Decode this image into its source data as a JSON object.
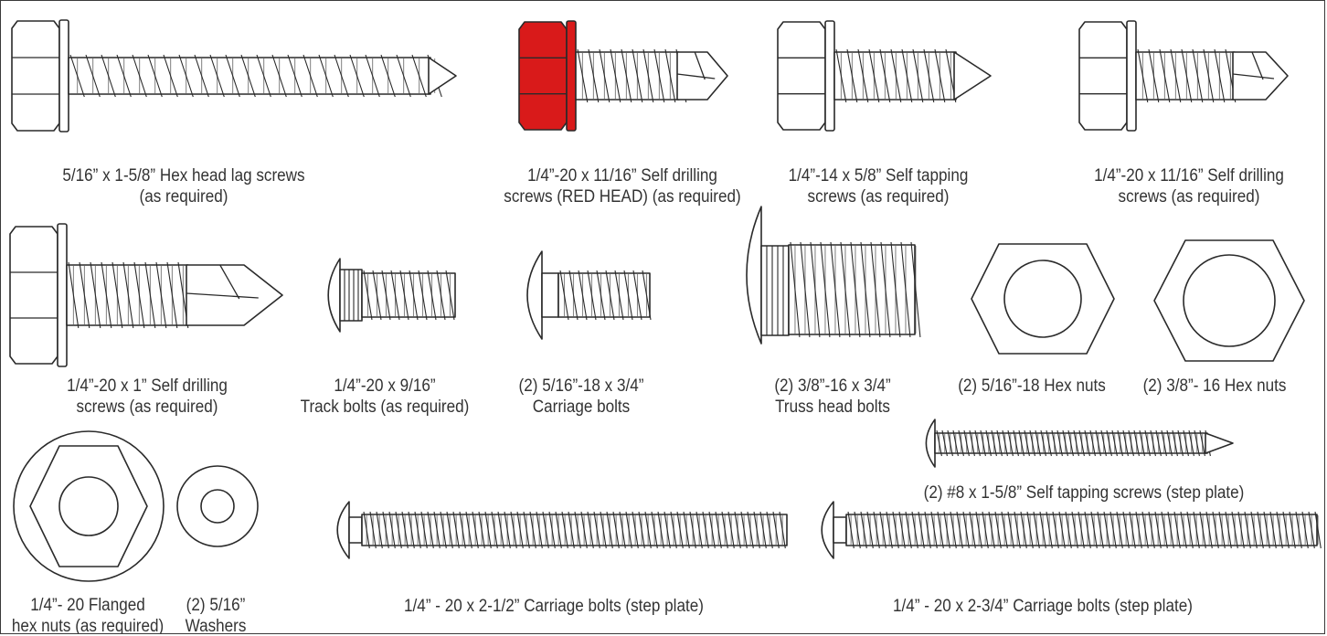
{
  "colors": {
    "accent_red_head": "#d91a1a",
    "line": "#2a2a2a",
    "text": "#333333",
    "frame": "#3a3a3a"
  },
  "items": [
    {
      "id": "lag",
      "icon": "hex-head-lag-screw-icon",
      "lines": [
        "5/16” x 1-5/8” Hex head lag screws",
        "(as required)"
      ]
    },
    {
      "id": "redhead",
      "icon": "red-hex-head-self-drilling-screw-icon",
      "lines": [
        "1/4”-20 x 11/16” Self drilling",
        "screws (RED HEAD) (as required)"
      ]
    },
    {
      "id": "selftap",
      "icon": "hex-head-self-tapping-screw-icon",
      "lines": [
        "1/4”-14 x 5/8” Self tapping",
        "screws (as required)"
      ]
    },
    {
      "id": "drill1116",
      "icon": "hex-head-self-drilling-screw-icon",
      "lines": [
        "1/4”-20 x 11/16” Self drilling",
        "screws (as required)"
      ]
    },
    {
      "id": "drill1",
      "icon": "long-self-drilling-screw-icon",
      "lines": [
        "1/4”-20 x 1” Self drilling",
        "screws (as required)"
      ]
    },
    {
      "id": "track",
      "icon": "track-bolt-icon",
      "lines": [
        "1/4”-20 x 9/16”",
        "Track bolts (as required)"
      ]
    },
    {
      "id": "carriage34",
      "icon": "carriage-bolt-icon",
      "lines": [
        "(2) 5/16”-18 x 3/4”",
        "Carriage bolts"
      ]
    },
    {
      "id": "truss",
      "icon": "truss-head-bolt-icon",
      "lines": [
        "(2) 3/8”-16 x 3/4”",
        "Truss head bolts"
      ]
    },
    {
      "id": "hexnut516",
      "icon": "hex-nut-icon",
      "lines": [
        "(2) 5/16”-18 Hex nuts"
      ]
    },
    {
      "id": "hexnut38",
      "icon": "hex-nut-large-icon",
      "lines": [
        "(2) 3/8”- 16 Hex nuts"
      ]
    },
    {
      "id": "step8",
      "icon": "self-tapping-step-plate-screw-icon",
      "lines": [
        "(2) #8 x 1-5/8” Self tapping screws (step plate)"
      ]
    },
    {
      "id": "flanged",
      "icon": "flanged-hex-nut-icon",
      "lines": [
        "1/4”- 20 Flanged",
        "hex nuts (as required)"
      ]
    },
    {
      "id": "washer",
      "icon": "washer-icon",
      "lines": [
        "(2) 5/16”",
        "Washers"
      ]
    },
    {
      "id": "carriage212",
      "icon": "long-carriage-bolt-icon",
      "lines": [
        "1/4” - 20 x 2-1/2” Carriage bolts  (step plate)"
      ]
    },
    {
      "id": "carriage234",
      "icon": "long-carriage-bolt-icon",
      "lines": [
        "1/4” - 20 x 2-3/4” Carriage bolts  (step plate)"
      ]
    }
  ]
}
